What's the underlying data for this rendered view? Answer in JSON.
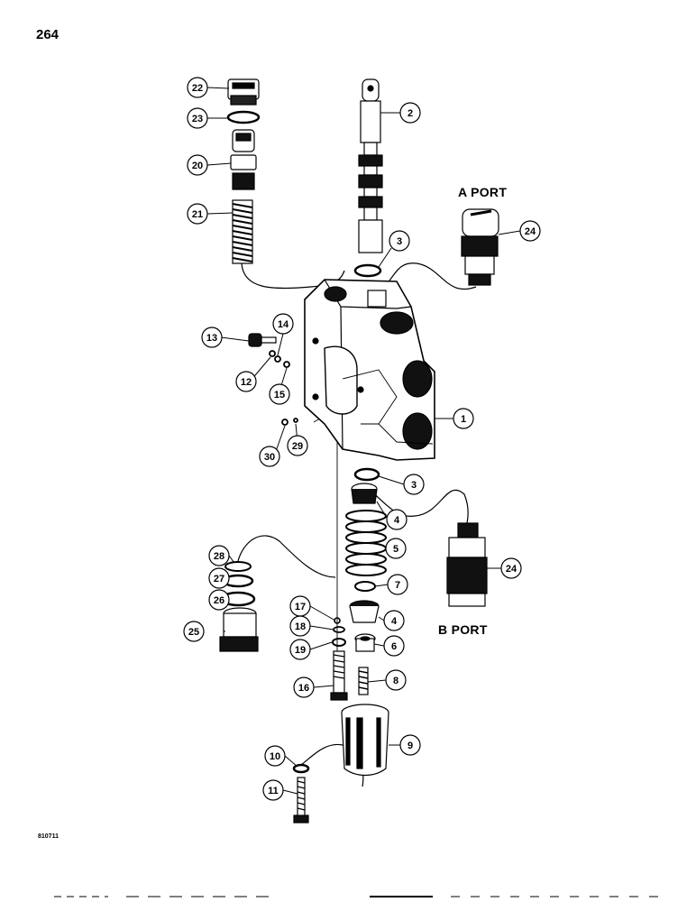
{
  "page_number": "264",
  "figure_code": "810711",
  "port_labels": {
    "a": "A PORT",
    "b": "B PORT"
  },
  "callouts": [
    "22",
    "23",
    "20",
    "21",
    "2",
    "3",
    "24",
    "13",
    "14",
    "12",
    "15",
    "1",
    "30",
    "29",
    "3",
    "4",
    "5",
    "24",
    "28",
    "27",
    "26",
    "25",
    "7",
    "17",
    "18",
    "4",
    "19",
    "6",
    "16",
    "8",
    "9",
    "10",
    "11"
  ]
}
